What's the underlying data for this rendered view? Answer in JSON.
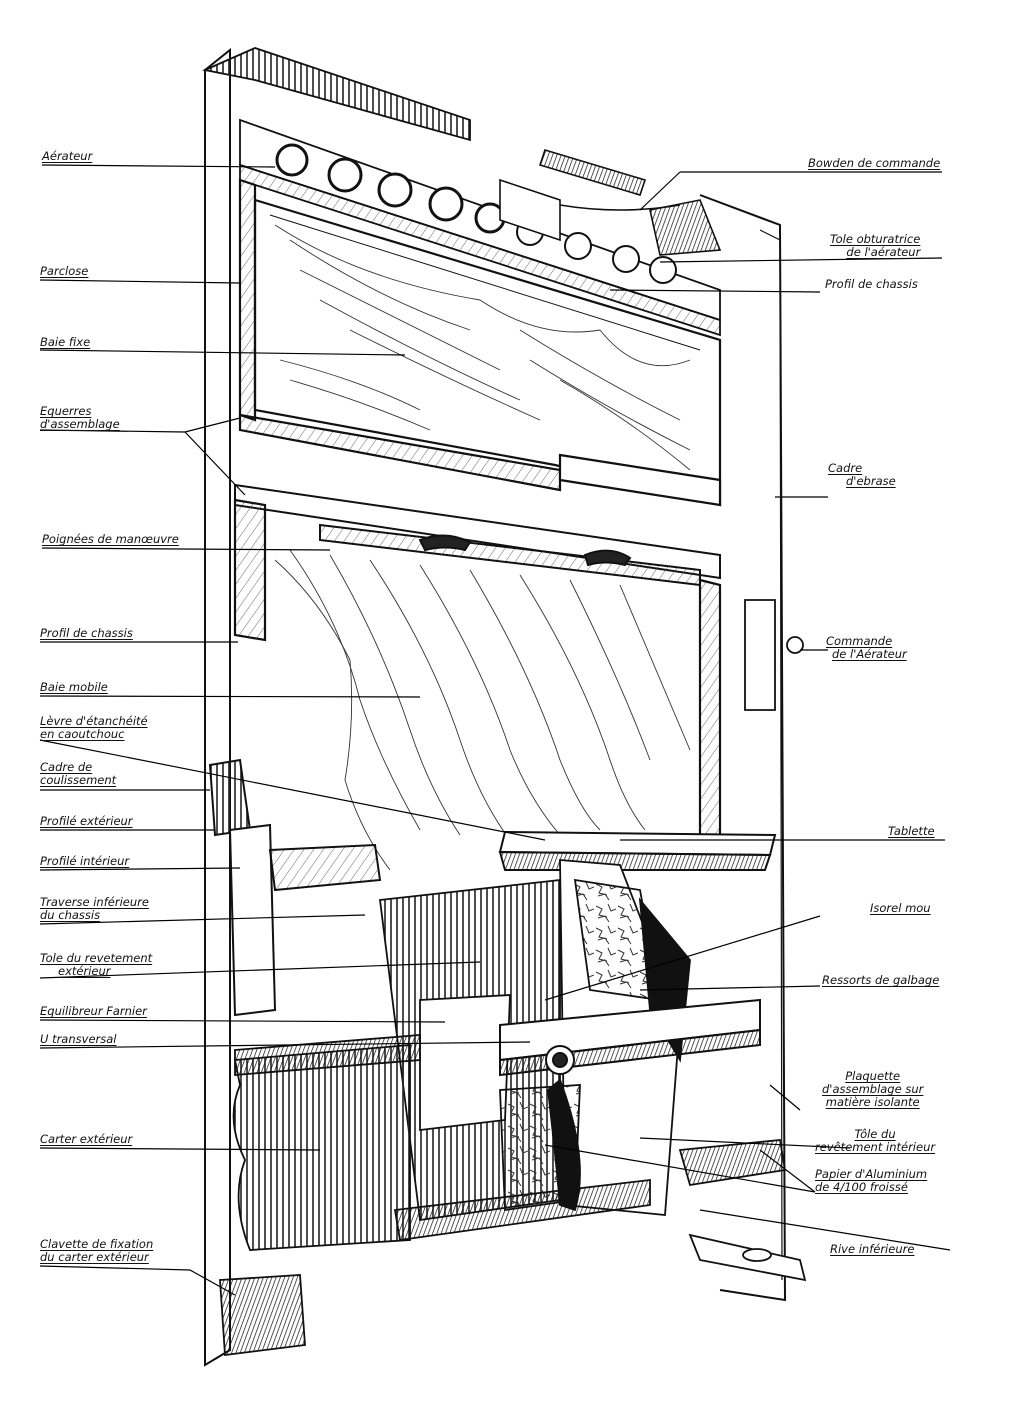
{
  "labels": {
    "aerateur": "Aérateur",
    "parclose": "Parclose",
    "baie_fixe": "Baie fixe",
    "equerres_1": "Equerres",
    "equerres_2": "d'assemblage",
    "poignees": "Poignées de manœuvre",
    "profil_chassis_left": "Profil de chassis",
    "baie_mobile": "Baie mobile",
    "levre_1": "Lèvre d'étanchéité",
    "levre_2": "en caoutchouc",
    "cadre_coul_1": "Cadre de",
    "cadre_coul_2": "coulissement",
    "profile_ext": "Profilé extérieur",
    "profile_int": "Profilé intérieur",
    "traverse_1": "Traverse inférieure",
    "traverse_2": "du chassis",
    "tole_ext_1": "Tole du revetement",
    "tole_ext_2": "extérieur",
    "equilibreur": "Equilibreur Farnier",
    "u_transversal": "U transversal",
    "carter_ext": "Carter extérieur",
    "clavette_1": "Clavette de fixation",
    "clavette_2": "du carter extérieur",
    "bowden": "Bowden de commande",
    "tole_obt_1": "Tole obturatrice",
    "tole_obt_2": "de l'aérateur",
    "profil_chassis_right": "Profil de chassis",
    "cadre_ebr_1": "Cadre",
    "cadre_ebr_2": "d'ebrase",
    "commande_1": "Commande",
    "commande_2": "de l'Aérateur",
    "tablette": "Tablette",
    "isorel": "Isorel mou",
    "ressorts": "Ressorts de galbage",
    "plaquette_1": "Plaquette",
    "plaquette_2": "d'assemblage sur",
    "plaquette_3": "matière isolante",
    "tole_int_1": "Tôle du",
    "tole_int_2": "revêtement intérieur",
    "papier_1": "Papier d'Aluminium",
    "papier_2": "de 4/100 froissé",
    "rive": "Rive inférieure"
  }
}
